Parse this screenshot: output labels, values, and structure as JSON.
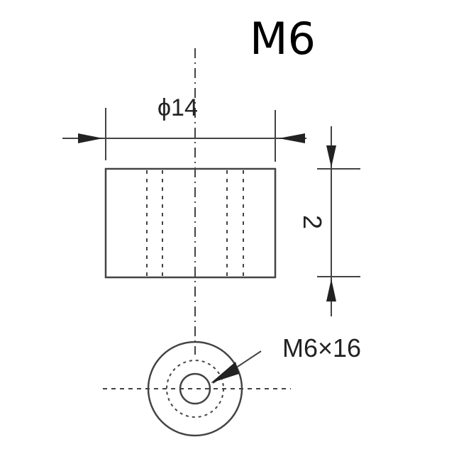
{
  "title": "M6",
  "dimensions": {
    "diameter": "ϕ14",
    "thickness": "2",
    "thread": "M6×16"
  }
}
